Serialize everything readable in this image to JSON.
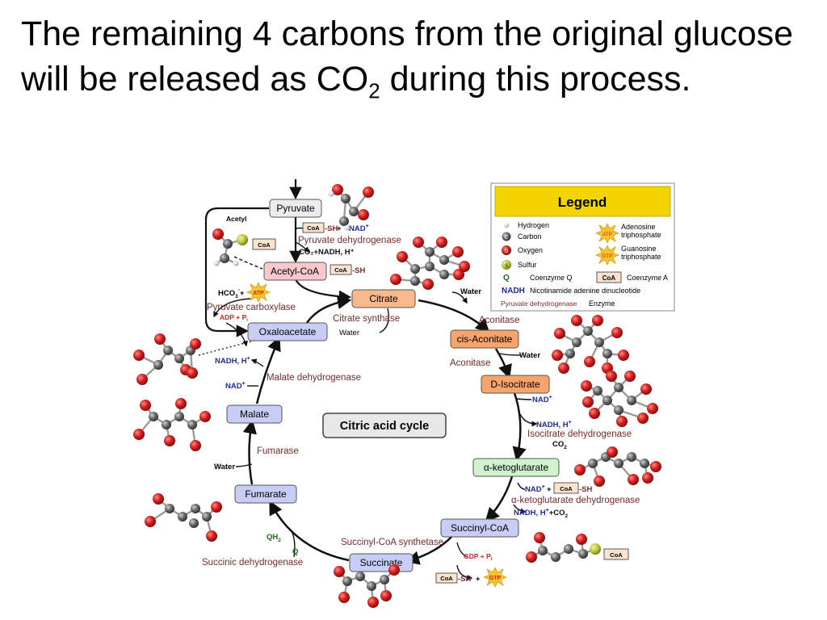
{
  "slide": {
    "title_pre": "The remaining 4 carbons from the original glucose will be released as CO",
    "title_sub": "2",
    "title_post": " during this process."
  },
  "legend": {
    "title": "Legend",
    "hydrogen": "Hydrogen",
    "carbon": "Carbon",
    "oxygen": "Oxygen",
    "sulfur": "Sulfur",
    "q_symbol": "Q",
    "coenzyme_q": "Coenzyme Q",
    "nadh_symbol": "NADH",
    "nadh_desc": "Nicotinamide adenine dinucleotide",
    "enzyme_example": "Pyruvate dehydrogenase",
    "enzyme": "Enzyme",
    "atp_line1": "Adenosine",
    "atp_line2": "triphosphate",
    "gtp_line1": "Guanosine",
    "gtp_line2": "triphosphate",
    "coa_box": "CoA",
    "coenzyme_a": "Coenzyme A",
    "atp_badge": "ATP",
    "gtp_badge": "GTP",
    "c_letter": "C",
    "o_letter": "O",
    "s_letter": "S"
  },
  "cycle": {
    "center_label": "Citric acid cycle",
    "metabolites": {
      "pyruvate": "Pyruvate",
      "acetyl_coa": "Acetyl-CoA",
      "citrate": "Citrate",
      "cis_aconitate": "cis-Aconitate",
      "d_isocitrate": "D-Isocitrate",
      "ketoglutarate": "α-ketoglutarate",
      "succinyl_coa": "Succinyl-CoA",
      "succinate": "Succinate",
      "fumarate": "Fumarate",
      "malate": "Malate",
      "oxaloacetate": "Oxaloacetate"
    },
    "enzymes": {
      "pyruvate_dh": "Pyruvate dehydrogenase",
      "pyruvate_carboxylase": "Pyruvate carboxylase",
      "citrate_synthase": "Citrate synthase",
      "aconitase_1": "Aconitase",
      "aconitase_2": "Aconitase",
      "isocitrate_dh": "Isocitrate dehydrogenase",
      "akg_dh": "α-ketoglutarate dehydrogenase",
      "succinyl_coa_synthetase": "Succinyl-CoA synthetase",
      "succinic_dh": "Succinic dehydrogenase",
      "fumarase": "Fumarase",
      "malate_dh": "Malate dehydrogenase"
    },
    "cofactors": {
      "acetyl_label": "Acetyl",
      "coa": "CoA",
      "sh": "-SH",
      "plus": " + ",
      "plus_short": "+",
      "nad": "NAD",
      "nad_sup": "+",
      "nadh_h": "NADH, H",
      "h_sup": "+",
      "co2_pre": "CO",
      "co2_sub": "2",
      "co2_plus_nadh": "CO₂+NADH, H⁺",
      "water": "Water",
      "hco3_pre": "HCO",
      "hco3_sub": "3",
      "hco3_sup": "-",
      "atp": "ATP",
      "adp_pi": "ADP + P",
      "pi_sub": "i",
      "gdp_pi": "GDP + P",
      "gtp": "GTP",
      "qh2": "QH",
      "qh2_sub": "2",
      "q": "Q",
      "s_atom": "S"
    }
  },
  "colors": {
    "oxygen": "#d42020",
    "carbon": "#6b6b6b",
    "sulfur": "#b8c234",
    "hydrogen": "#d8d8d8",
    "enzyme_text": "#7a2a2a",
    "nad_text": "#1e2a9e",
    "atp_star": "#f7c52a",
    "legend_header": "#f2d400",
    "coa_box_fill": "#fbe3d0",
    "citrate_box": "#f8b98a",
    "isocitrate_box": "#f6a46c",
    "acetylcoa_box": "#f9c8cc",
    "akg_box": "#cff2cf",
    "blue_box": "#c7cdf5",
    "grey_box": "#e8e8e8"
  }
}
